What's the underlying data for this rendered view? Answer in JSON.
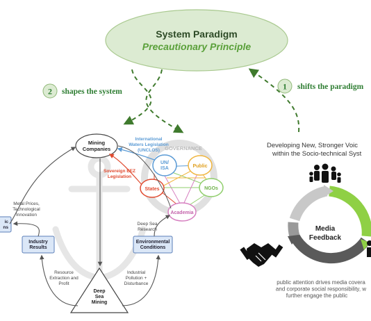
{
  "paradigm": {
    "title": "System Paradigm",
    "subtitle": "Precautionary Principle"
  },
  "steps": [
    {
      "number": "1",
      "label": "shifts the paradigm"
    },
    {
      "number": "2",
      "label": "shapes the system"
    }
  ],
  "system": {
    "mining_companies": "Mining\nCompanies",
    "intl_waters": "International\nWaters Legislation\n(UNCLOS)",
    "governance": "GOVERNANCE",
    "sovereign_eez": "Sovereign EEZ\nLegislation",
    "un_isa": "UN/\nISA",
    "public": "Public",
    "states": "States",
    "ngos": "NGOs",
    "academia": "Academia",
    "metal_prices": "Metal Prices,\nTechnological\nInnovation",
    "economic_partial": "ic\nns",
    "industry_results": "Industry\nResults",
    "deep_sea_research": "Deep Sea\nResearch",
    "environmental_conditions": "Environmental\nConditions",
    "resource_extraction": "Resource\nExtraction and\nProfit",
    "industrial_pollution": "Industrial\nPollution +\nDisturbance",
    "deep_sea_mining": "Deep\nSea\nMining"
  },
  "media": {
    "heading": "Developing New, Stronger Voic\nwithin the Socio-technical  Syst",
    "center": "Media\nFeedback",
    "caption": "public attention drives media covera\nand corporate social responsibility, w\nfurther engage the public"
  },
  "colors": {
    "ellipse_fill": "#dcebd2",
    "green_dark": "#2e7d32",
    "green_arrow": "#3f7a2d",
    "blue": "#5b9bd5",
    "red": "#e04a2f",
    "orange": "#f0b43c",
    "light_green": "#8fce6b",
    "pink": "#d67fc0",
    "box_fill": "#dbe7f7"
  }
}
